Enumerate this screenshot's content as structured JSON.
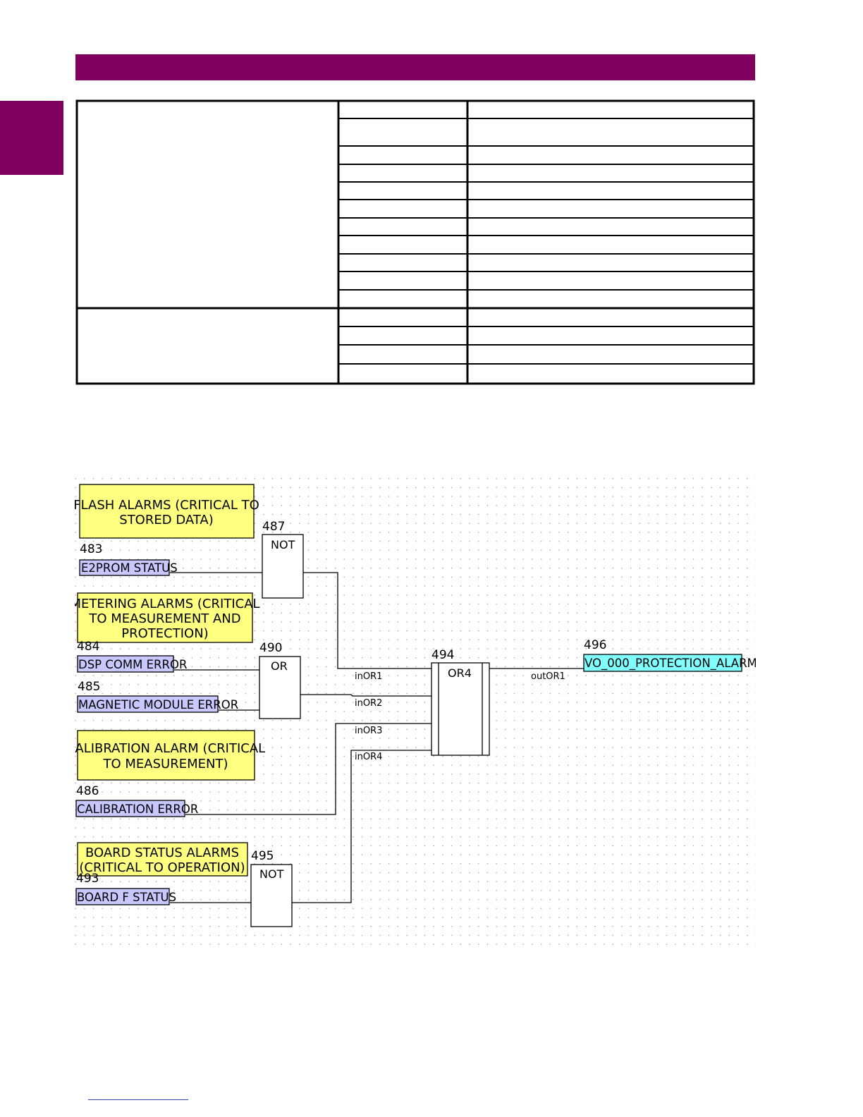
{
  "colors": {
    "accent": "#800060",
    "comment_fill": "#ffff80",
    "input_fill": "#c8c8ff",
    "output_fill": "#80ffff"
  },
  "table": {
    "group1": {
      "row_count": 11
    },
    "group2": {
      "row_count": 4
    }
  },
  "diagram": {
    "comments": {
      "flash": [
        "FLASH ALARMS (CRITICAL TO",
        "STORED DATA)"
      ],
      "metering": [
        "METERING ALARMS (CRITICAL",
        "TO MEASUREMENT AND",
        "PROTECTION)"
      ],
      "calibration": [
        "CALIBRATION ALARM (CRITICAL",
        "TO MEASUREMENT)"
      ],
      "board": [
        "BOARD STATUS ALARMS",
        "(CRITICAL TO OPERATION)"
      ]
    },
    "inputs": {
      "e2prom": {
        "id": "483",
        "label": "E2PROM STATUS"
      },
      "dsp": {
        "id": "484",
        "label": "DSP COMM ERROR"
      },
      "magnetic": {
        "id": "485",
        "label": "MAGNETIC MODULE ERROR"
      },
      "calibration": {
        "id": "486",
        "label": "CALIBRATION ERROR"
      },
      "board": {
        "id": "493",
        "label": "BOARD F STATUS"
      }
    },
    "gates": {
      "not1": {
        "id": "487",
        "label": "NOT"
      },
      "or1": {
        "id": "490",
        "label": "OR"
      },
      "or4": {
        "id": "494",
        "label": "OR4"
      },
      "not2": {
        "id": "495",
        "label": "NOT"
      }
    },
    "pins": {
      "in1": "inOR1",
      "in2": "inOR2",
      "in3": "inOR3",
      "in4": "inOR4",
      "out1": "outOR1"
    },
    "output": {
      "id": "496",
      "label": "VO_000_PROTECTION_ALARM"
    }
  }
}
